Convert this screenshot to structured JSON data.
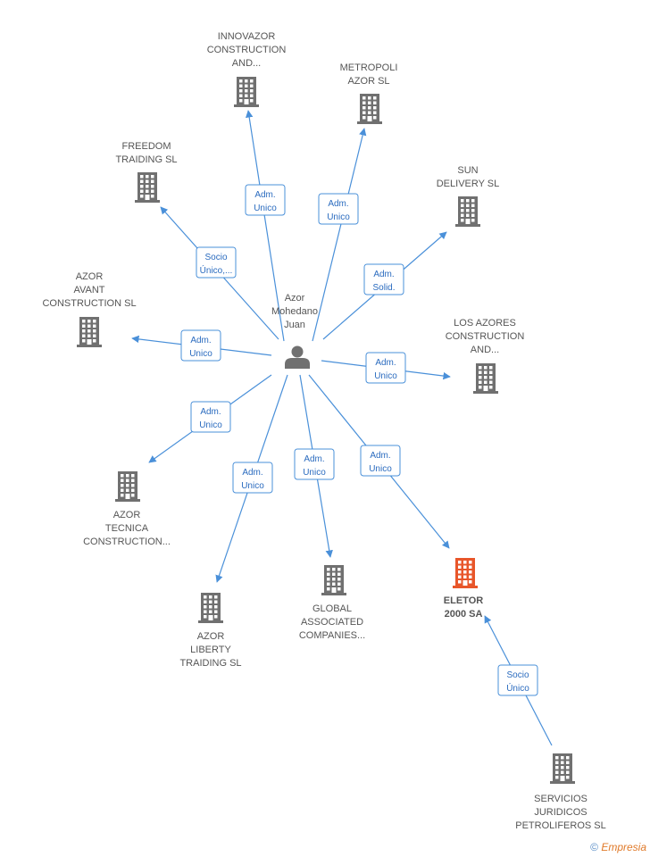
{
  "colors": {
    "edge": "#4a90d9",
    "building": "#707070",
    "focus_building": "#e8562a",
    "person": "#707070"
  },
  "person": {
    "name_lines": [
      "Azor",
      "Mohedano",
      "Juan"
    ],
    "icon": "person-icon"
  },
  "companies": [
    {
      "id": "innovazor",
      "lines": [
        "INNOVAZOR",
        "CONSTRUCTION",
        "AND..."
      ],
      "icon": "building-icon"
    },
    {
      "id": "metropoli",
      "lines": [
        "METROPOLI",
        "AZOR SL"
      ],
      "icon": "building-icon"
    },
    {
      "id": "freedom",
      "lines": [
        "FREEDOM",
        "TRAIDING SL"
      ],
      "icon": "building-icon"
    },
    {
      "id": "sun",
      "lines": [
        "SUN",
        "DELIVERY SL"
      ],
      "icon": "building-icon"
    },
    {
      "id": "avant",
      "lines": [
        "AZOR",
        "AVANT",
        "CONSTRUCTION SL"
      ],
      "icon": "building-icon"
    },
    {
      "id": "azores",
      "lines": [
        "LOS AZORES",
        "CONSTRUCTION",
        "AND..."
      ],
      "icon": "building-icon"
    },
    {
      "id": "tecnica",
      "lines": [
        "AZOR",
        "TECNICA",
        "CONSTRUCTION..."
      ],
      "icon": "building-icon"
    },
    {
      "id": "liberty",
      "lines": [
        "AZOR",
        "LIBERTY",
        "TRAIDING SL"
      ],
      "icon": "building-icon"
    },
    {
      "id": "global",
      "lines": [
        "GLOBAL",
        "ASSOCIATED",
        "COMPANIES..."
      ],
      "icon": "building-icon"
    },
    {
      "id": "eletor",
      "lines": [
        "ELETOR",
        "2000 SA"
      ],
      "icon": "building-icon",
      "highlight": true
    },
    {
      "id": "servicios",
      "lines": [
        "SERVICIOS",
        "JURIDICOS",
        "PETROLIFEROS SL"
      ],
      "icon": "building-icon"
    }
  ],
  "edges": [
    {
      "from": "person",
      "to": "innovazor",
      "label": [
        "Adm.",
        "Unico"
      ]
    },
    {
      "from": "person",
      "to": "metropoli",
      "label": [
        "Adm.",
        "Unico"
      ]
    },
    {
      "from": "person",
      "to": "freedom",
      "label": [
        "Socio",
        "Único,..."
      ]
    },
    {
      "from": "person",
      "to": "sun",
      "label": [
        "Adm.",
        "Solid."
      ]
    },
    {
      "from": "person",
      "to": "avant",
      "label": [
        "Adm.",
        "Unico"
      ]
    },
    {
      "from": "person",
      "to": "azores",
      "label": [
        "Adm.",
        "Unico"
      ]
    },
    {
      "from": "person",
      "to": "tecnica",
      "label": [
        "Adm.",
        "Unico"
      ]
    },
    {
      "from": "person",
      "to": "liberty",
      "label": [
        "Adm.",
        "Unico"
      ]
    },
    {
      "from": "person",
      "to": "global",
      "label": [
        "Adm.",
        "Unico"
      ]
    },
    {
      "from": "person",
      "to": "eletor",
      "label": [
        "Adm.",
        "Unico"
      ]
    },
    {
      "from": "servicios",
      "to": "eletor",
      "label": [
        "Socio",
        "Único"
      ]
    }
  ],
  "footer": {
    "copyright": "©",
    "brand": "Empresia"
  }
}
